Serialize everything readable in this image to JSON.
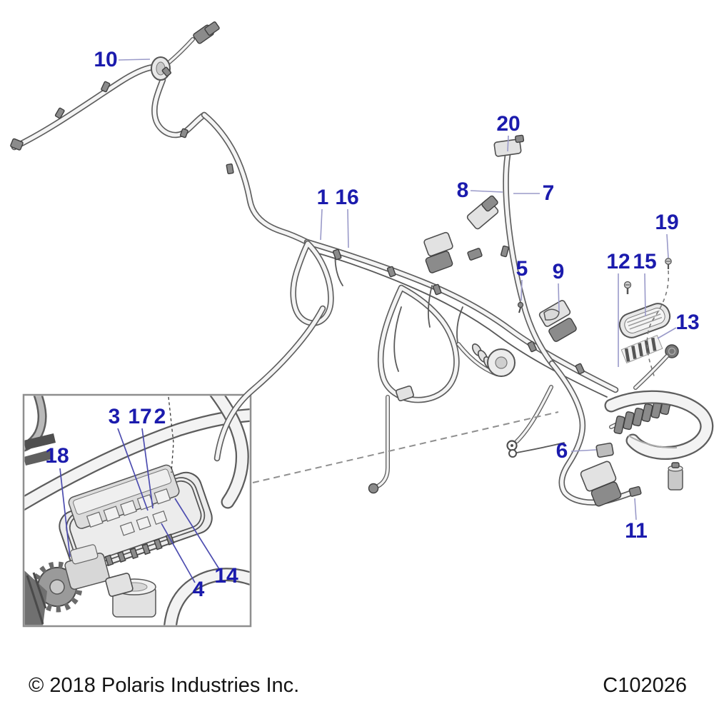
{
  "callouts": {
    "main": [
      {
        "label": "10"
      },
      {
        "label": "1"
      },
      {
        "label": "16"
      },
      {
        "label": "20"
      },
      {
        "label": "8"
      },
      {
        "label": "7"
      },
      {
        "label": "5"
      },
      {
        "label": "9"
      },
      {
        "label": "19"
      },
      {
        "label": "12"
      },
      {
        "label": "15"
      },
      {
        "label": "13"
      },
      {
        "label": "6"
      },
      {
        "label": "11"
      }
    ],
    "inset": [
      {
        "label": "18"
      },
      {
        "label": "3"
      },
      {
        "label": "17"
      },
      {
        "label": "2"
      },
      {
        "label": "4"
      },
      {
        "label": "14"
      }
    ]
  },
  "footer": {
    "copyright": "© 2018 Polaris Industries Inc.",
    "part_number": "C102026"
  },
  "colors": {
    "callout_text": "#1b1bad",
    "leader_line": "#9a9ac9",
    "inset_leader_line": "#4d4db0",
    "artwork_line": "#5d5d5d",
    "dashed_reference": "#8f8f8f",
    "inset_border": "#8f8f8f",
    "background": "#ffffff"
  }
}
